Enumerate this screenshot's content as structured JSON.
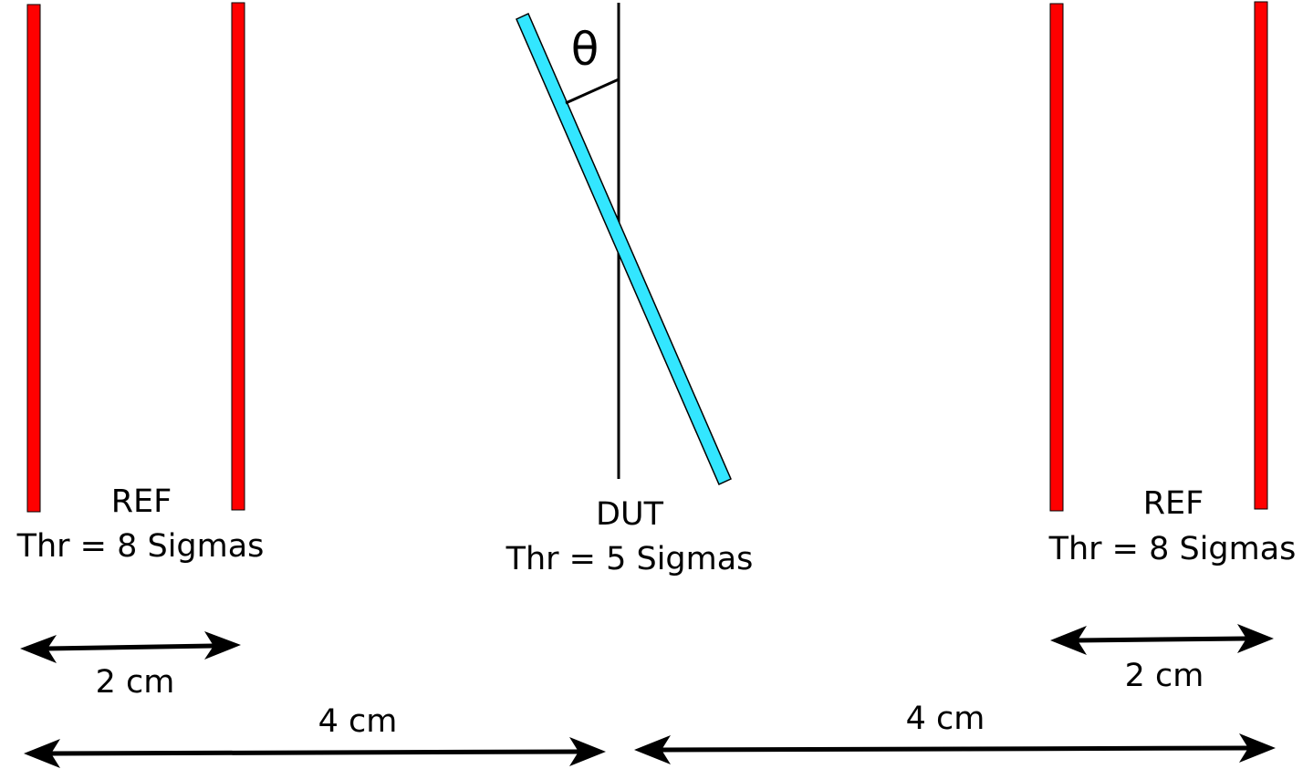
{
  "colors": {
    "reference_plane": "#ff0000",
    "dut_plane": "#33e6ff",
    "outline": "#000000"
  },
  "angle_label": "θ",
  "ref_left": {
    "name": "REF",
    "threshold": "Thr = 8 Sigmas"
  },
  "dut": {
    "name": "DUT",
    "threshold": "Thr = 5 Sigmas"
  },
  "ref_right": {
    "name": "REF",
    "threshold": "Thr = 8 Sigmas"
  },
  "dimensions": {
    "left_ref_gap": "2 cm",
    "right_ref_gap": "2 cm",
    "left_to_dut": "4 cm",
    "dut_to_right": "4 cm"
  }
}
